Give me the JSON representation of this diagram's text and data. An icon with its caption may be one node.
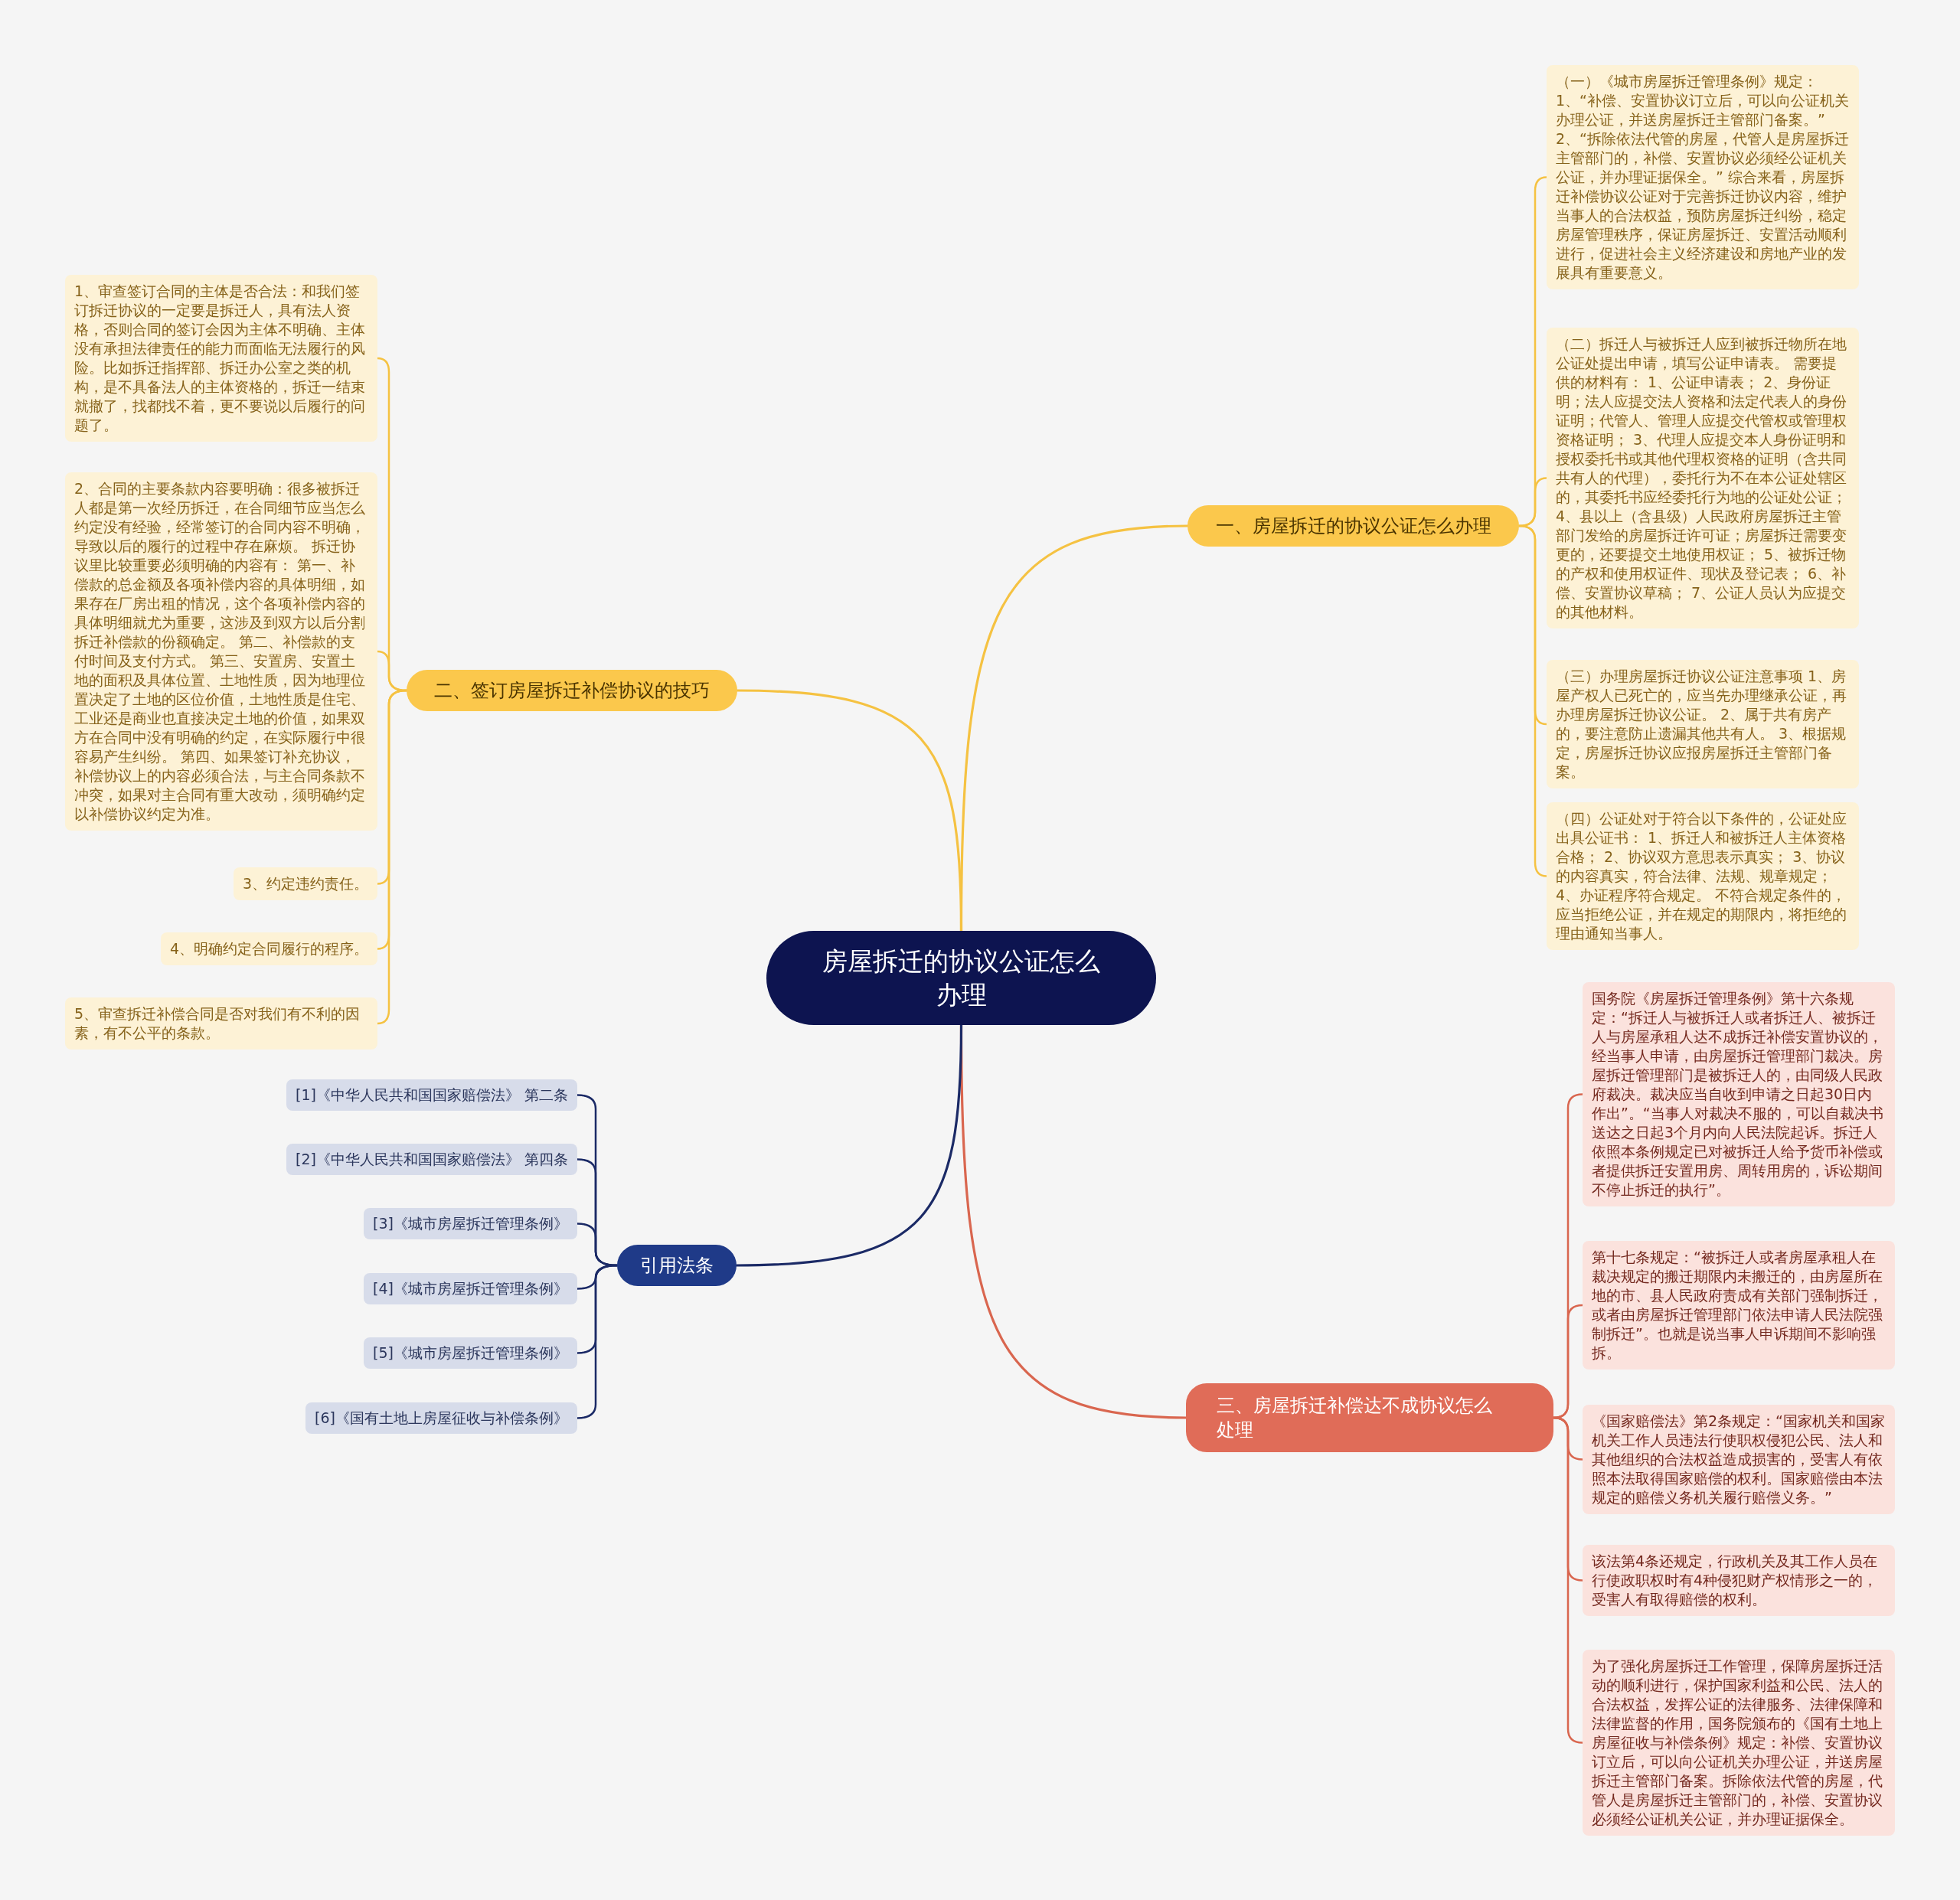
{
  "diagram": {
    "nodes": [
      {
        "text": [
          "房屋拆迁的协议公证怎么办理"
        ]
      },
      {
        "text": [
          "一、房屋拆迁的协议公证怎么办理"
        ]
      },
      {
        "text": [
          "（一）《城市房屋拆迁管理条例》规定： 1、“补偿、安置协议订立后，可以向公证机关办理公证，并送房屋拆迁主管部门备案。” 2、“拆除依法代管的房屋，代管人是房屋拆迁主管部门的，补偿、安置协议必须经公证机关公证，并办理证据保全。” 综合来看，房屋拆迁补偿协议公证对于完善拆迁协议内容，维护当事人的合法权益，预防房屋拆迁纠纷，稳定房屋管理秩序，保证房屋拆迁、安置活动顺利进行，促进社会主义经济建设和房地产业的发展具有重要意义。"
        ]
      },
      {
        "text": [
          "（二）拆迁人与被拆迁人应到被拆迁物所在地公证处提出申请，填写公证申请表。 需要提供的材料有： 1、公证申请表； 2、身份证明；法人应提交法人资格和法定代表人的身份证明；代管人、管理人应提交代管权或管理权资格证明； 3、代理人应提交本人身份证明和授权委托书或其他代理权资格的证明（含共同共有人的代理），委托行为不在本公证处辖区的，其委托书应经委托行为地的公证处公证； 4、县以上（含县级）人民政府房屋拆迁主管部门发给的房屋拆迁许可证；房屋拆迁需要变更的，还要提交土地使用权证； 5、被拆迁物的产权和使用权证件、现状及登记表； 6、补偿、安置协议草稿； 7、公证人员认为应提交的其他材料。"
        ]
      },
      {
        "text": [
          "（三）办理房屋拆迁协议公证注意事项 1、房屋产权人已死亡的，应当先办理继承公证，再办理房屋拆迁协议公证。 2、属于共有房产的，要注意防止遗漏其他共有人。 3、根据规定，房屋拆迁协议应报房屋拆迁主管部门备案。"
        ]
      },
      {
        "text": [
          "（四）公证处对于符合以下条件的，公证处应出具公证书： 1、拆迁人和被拆迁人主体资格合格； 2、协议双方意思表示真实； 3、协议的内容真实，符合法律、法规、规章规定； 4、办证程序符合规定。 不符合规定条件的，应当拒绝公证，并在规定的期限内，将拒绝的理由通知当事人。"
        ]
      },
      {
        "text": [
          "二、签订房屋拆迁补偿协议的技巧"
        ]
      },
      {
        "text": [
          "1、审查签订合同的主体是否合法：和我们签订拆迁协议的一定要是拆迁人，具有法人资格，否则合同的签订会因为主体不明确、主体没有承担法律责任的能力而面临无法履行的风险。比如拆迁指挥部、拆迁办公室之类的机构，是不具备法人的主体资格的，拆迁一结束就撤了，找都找不着，更不要说以后履行的问题了。"
        ]
      },
      {
        "text": [
          "2、合同的主要条款内容要明确：很多被拆迁人都是第一次经历拆迁，在合同细节应当怎么约定没有经验，经常签订的合同内容不明确，导致以后的履行的过程中存在麻烦。 拆迁协议里比较重要必须明确的内容有： 第一、补偿款的总金额及各项补偿内容的具体明细，如果存在厂房出租的情况，这个各项补偿内容的具体明细就尤为重要，这涉及到双方以后分割拆迁补偿款的份额确定。 第二、补偿款的支付时间及支付方式。 第三、安置房、安置土地的面积及具体位置、土地性质，因为地理位置决定了土地的区位价值，土地性质是住宅、工业还是商业也直接决定土地的价值，如果双方在合同中没有明确的约定，在实际履行中很容易产生纠纷。 第四、如果签订补充协议，补偿协议上的内容必须合法，与主合同条款不冲突，如果对主合同有重大改动，须明确约定以补偿协议约定为准。"
        ]
      },
      {
        "text": [
          "3、约定违约责任。"
        ]
      },
      {
        "text": [
          "4、明确约定合同履行的程序。"
        ]
      },
      {
        "text": [
          "5、审查拆迁补偿合同是否对我们有不利的因素，有不公平的条款。"
        ]
      },
      {
        "text": [
          "三、房屋拆迁补偿达不成协议怎么处理"
        ]
      },
      {
        "text": [
          "国务院《房屋拆迁管理条例》第十六条规定：“拆迁人与被拆迁人或者拆迁人、被拆迁人与房屋承租人达不成拆迁补偿安置协议的，经当事人申请，由房屋拆迁管理部门裁决。房屋拆迁管理部门是被拆迁人的，由同级人民政府裁决。裁决应当自收到申请之日起30日内作出”。“当事人对裁决不服的，可以自裁决书送达之日起3个月内向人民法院起诉。拆迁人依照本条例规定已对被拆迁人给予货币补偿或者提供拆迁安置用房、周转用房的，诉讼期间不停止拆迁的执行”。"
        ]
      },
      {
        "text": [
          "第十七条规定：“被拆迁人或者房屋承租人在裁决规定的搬迁期限内未搬迁的，由房屋所在地的市、县人民政府责成有关部门强制拆迁，或者由房屋拆迁管理部门依法申请人民法院强制拆迁”。也就是说当事人申诉期间不影响强拆。"
        ]
      },
      {
        "text": [
          "《国家赔偿法》第2条规定：“国家机关和国家机关工作人员违法行使职权侵犯公民、法人和其他组织的合法权益造成损害的，受害人有依照本法取得国家赔偿的权利。国家赔偿由本法规定的赔偿义务机关履行赔偿义务。”"
        ]
      },
      {
        "text": [
          "该法第4条还规定，行政机关及其工作人员在行使政职权时有4种侵犯财产权情形之一的，受害人有取得赔偿的权利。"
        ]
      },
      {
        "text": [
          "为了强化房屋拆迁工作管理，保障房屋拆迁活动的顺利进行，保护国家利益和公民、法人的合法权益，发挥公证的法律服务、法律保障和法律监督的作用，国务院颁布的《国有土地上房屋征收与补偿条例》规定：补偿、安置协议订立后，可以向公证机关办理公证，并送房屋拆迁主管部门备案。拆除依法代管的房屋，代管人是房屋拆迁主管部门的，补偿、安置协议必须经公证机关公证，并办理证据保全。"
        ]
      },
      {
        "text": [
          "引用法条"
        ]
      },
      {
        "text": [
          "[1]《中华人民共和国国家赔偿法》 第二条"
        ]
      },
      {
        "text": [
          "[2]《中华人民共和国国家赔偿法》 第四条"
        ]
      },
      {
        "text": [
          "[3]《城市房屋拆迁管理条例》"
        ]
      },
      {
        "text": [
          "[4]《城市房屋拆迁管理条例》"
        ]
      },
      {
        "text": [
          "[5]《城市房屋拆迁管理条例》"
        ]
      },
      {
        "text": [
          "[6]《国有土地上房屋征收与补偿条例》"
        ]
      }
    ],
    "edges": [
      {
        "from": 0,
        "to": 1,
        "arrow": "none"
      },
      {
        "from": 1,
        "to": 2,
        "arrow": "none"
      },
      {
        "from": 1,
        "to": 3,
        "arrow": "none"
      },
      {
        "from": 1,
        "to": 4,
        "arrow": "none"
      },
      {
        "from": 1,
        "to": 5,
        "arrow": "none"
      },
      {
        "from": 0,
        "to": 6,
        "arrow": "none"
      },
      {
        "from": 6,
        "to": 7,
        "arrow": "none"
      },
      {
        "from": 6,
        "to": 8,
        "arrow": "none"
      },
      {
        "from": 6,
        "to": 9,
        "arrow": "none"
      },
      {
        "from": 6,
        "to": 10,
        "arrow": "none"
      },
      {
        "from": 6,
        "to": 11,
        "arrow": "none"
      },
      {
        "from": 0,
        "to": 12,
        "arrow": "none",
        "color": "#d9664f"
      },
      {
        "from": 12,
        "to": 13,
        "arrow": "none",
        "color": "#d9664f"
      },
      {
        "from": 12,
        "to": 14,
        "arrow": "none",
        "color": "#d9664f"
      },
      {
        "from": 12,
        "to": 15,
        "arrow": "none",
        "color": "#d9664f"
      },
      {
        "from": 12,
        "to": 16,
        "arrow": "none",
        "color": "#d9664f"
      },
      {
        "from": 12,
        "to": 17,
        "arrow": "none",
        "color": "#d9664f"
      },
      {
        "from": 0,
        "to": 18,
        "arrow": "none",
        "color": "#1b2a66"
      },
      {
        "from": 18,
        "to": 19,
        "arrow": "none",
        "color": "#1b2a66"
      },
      {
        "from": 18,
        "to": 20,
        "arrow": "none",
        "color": "#1b2a66"
      },
      {
        "from": 18,
        "to": 21,
        "arrow": "none",
        "color": "#1b2a66"
      },
      {
        "from": 18,
        "to": 22,
        "arrow": "none",
        "color": "#1b2a66"
      },
      {
        "from": 18,
        "to": 23,
        "arrow": "none",
        "color": "#1b2a66"
      },
      {
        "from": 18,
        "to": 24,
        "arrow": "none",
        "color": "#1b2a66"
      }
    ]
  }
}
